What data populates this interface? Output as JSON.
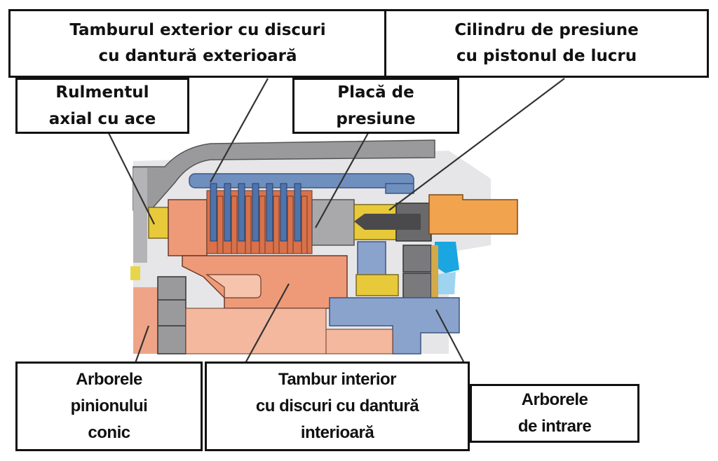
{
  "diagram": {
    "subject": "Clutch pack cross-section (ambreiaj multidisc)",
    "colors": {
      "housing_gray": "#9a9a9c",
      "light_gray": "#d4d4d6",
      "outer_drum_blue": "#6f8fbf",
      "disc_blue": "#4e74ad",
      "inner_drum_salmon": "#ee9a78",
      "friction_orange": "#d9714a",
      "light_salmon": "#f6c4ad",
      "pale_salmon": "#f9d6c4",
      "bearing_yellow": "#e8c93a",
      "piston_dark": "#6a6a6c",
      "shaft_orange": "#f2a34e",
      "seal_cyan": "#1aa6e0",
      "seal_lightblue": "#9ed4ef",
      "input_shaft_blue": "#8aa3cd"
    },
    "labels": [
      {
        "id": "outer-drum",
        "lines": [
          "Tamburul exterior cu discuri",
          "cu dantură exterioară"
        ]
      },
      {
        "id": "pressure-cylinder",
        "lines": [
          "Cilindru de presiune",
          "cu pistonul de lucru"
        ]
      },
      {
        "id": "needle-bearing",
        "lines": [
          "Rulmentul",
          "axial cu ace"
        ]
      },
      {
        "id": "pressure-plate",
        "lines": [
          "Placă de",
          "presiune"
        ]
      },
      {
        "id": "pinion-shaft",
        "lines": [
          "Arborele",
          "pinionului",
          "conic"
        ]
      },
      {
        "id": "inner-drum",
        "lines": [
          "Tambur interior",
          "cu discuri cu dantură",
          "interioară"
        ]
      },
      {
        "id": "input-shaft",
        "lines": [
          "Arborele",
          "de intrare"
        ]
      }
    ]
  }
}
